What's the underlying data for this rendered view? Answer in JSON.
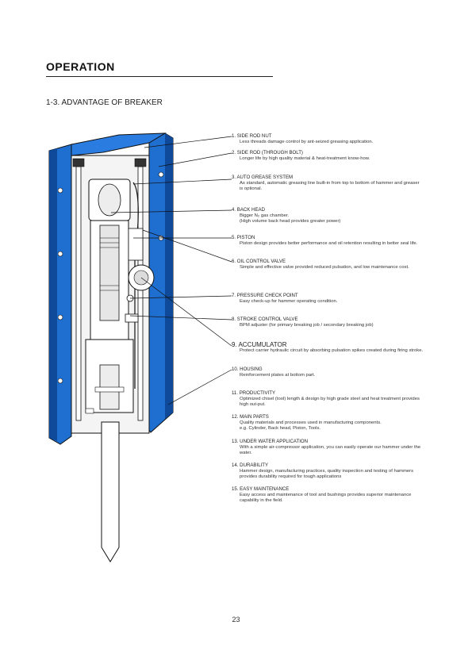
{
  "page": {
    "title": "OPERATION",
    "section": "1-3. ADVANTAGE OF BREAKER",
    "page_number": "23"
  },
  "colors": {
    "housing_blue": "#1f6fd1",
    "housing_dark": "#0f4a9a",
    "outline": "#111111",
    "steel": "#e6e6e6"
  },
  "features": [
    {
      "title": "1. SIDE ROD NUT",
      "desc": [
        "Less threads damage control by ant-seized greasing application."
      ]
    },
    {
      "title": "2. SIDE ROD (THROUGH BOLT)",
      "desc": [
        "Longer life by high quality material & heat-treatment know-how."
      ]
    },
    {
      "title": "3. AUTO GREASE SYSTEM",
      "desc": [
        "As standard, automatic greasing line built-in from top to bottom of hammer and greaser",
        "is optional."
      ]
    },
    {
      "title": "4. BACK HEAD",
      "desc": [
        "Bigger N₂ gas chamber.",
        "(High volume back head provides greater power)"
      ]
    },
    {
      "title": "5. PISTON",
      "desc": [
        "Piston design provides better performance and oil retention resulting in better seal life."
      ]
    },
    {
      "title": "6. OIL CONTROL VALVE",
      "desc": [
        "Simple and effective valve provided reduced pulsation, and low maintenance cost."
      ]
    },
    {
      "title": "7. PRESSURE CHECK POINT",
      "desc": [
        "Easy check-up for hammer operating condition."
      ]
    },
    {
      "title": "8. STROKE CONTROL VALVE",
      "desc": [
        "BPM adjuster (for primary breaking job / secondary breaking job)"
      ]
    },
    {
      "title": "9. ACCUMULATOR",
      "desc": [
        "Protect carrier hydraulic circuit by absorbing pulsation spikes created during firing stroke."
      ]
    },
    {
      "title": "10. HOUSING",
      "desc": [
        "Reinforcement plates at bottom part."
      ]
    },
    {
      "title": "11. PRODUCTIVITY",
      "desc": [
        "Optimized chisel (tool) length & design by high grade steel and heat treatment provides",
        "high out-put."
      ]
    },
    {
      "title": "12. MAIN PARTS",
      "desc": [
        "Quality materials and processes used in manufacturing components.",
        "e.g. Cylinder, Back head, Piston, Tools."
      ]
    },
    {
      "title": "13. UNDER WATER APPLICATION",
      "desc": [
        "With a simple air-compressor application, you can easily operate our hammer under the",
        "water."
      ]
    },
    {
      "title": "14. DURABILITY",
      "desc": [
        "Hammer design, manufacturing practices, quality inspection and testing of hammers",
        "provides durability required for tough applications"
      ]
    },
    {
      "title": "15. EASY MAINTENANCE",
      "desc": [
        "Easy access and maintenance of tool and bushings provides superior maintenance",
        "capability in the field."
      ]
    }
  ]
}
